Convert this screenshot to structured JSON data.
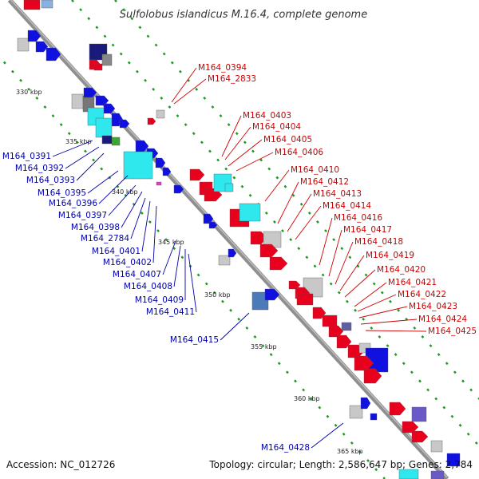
{
  "title": "Sulfolobus islandicus M.16.4, complete genome",
  "footer": {
    "accession": "Accession: NC_012726",
    "topology": "Topology: circular; Length: 2,586,647 bp; Genes: 2,784"
  },
  "colors": {
    "backbone": "#8a8a8a",
    "forward_gene": "#e8001c",
    "reverse_gene": "#1010e0",
    "rna": "#2ee8ee",
    "pseudogene": "#c8c8c8",
    "other": "#3aa832",
    "dots": "#1f9a1f"
  },
  "scale_ticks": [
    "330 kbp",
    "335 kbp",
    "340 kbp",
    "345 kbp",
    "350 kbp",
    "355 kbp",
    "360 kbp",
    "365 kbp"
  ],
  "labels_right": [
    "M164_0394",
    "M164_2833",
    "M164_0403",
    "M164_0404",
    "M164_0405",
    "M164_0406",
    "M164_0410",
    "M164_0412",
    "M164_0413",
    "M164_0414",
    "M164_0416",
    "M164_0417",
    "M164_0418",
    "M164_0419",
    "M164_0420",
    "M164_0421",
    "M164_0422",
    "M164_0423",
    "M164_0424",
    "M164_0425"
  ],
  "labels_left": [
    "M164_0391",
    "M164_0392",
    "M164_0393",
    "M164_0395",
    "M164_0396",
    "M164_0397",
    "M164_0398",
    "M164_2784",
    "M164_0401",
    "M164_0402",
    "M164_0407",
    "M164_0408",
    "M164_0409",
    "M164_0411",
    "M164_0415",
    "M164_0428"
  ]
}
